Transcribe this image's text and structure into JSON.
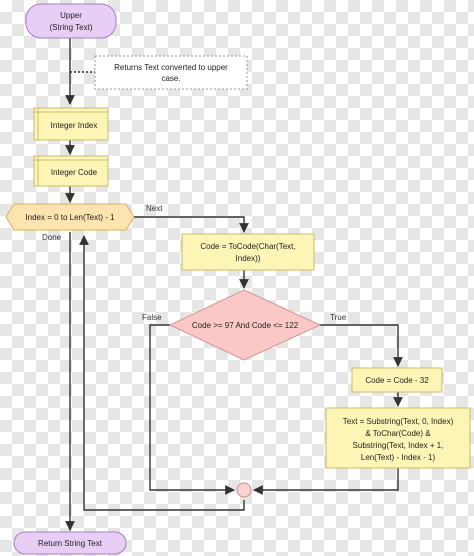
{
  "diagram": {
    "start": {
      "line1": "Upper",
      "line2": "(String Text)"
    },
    "comment": {
      "line1": "Returns Text converted to upper",
      "line2": "case."
    },
    "var_index": "Integer Index",
    "var_code": "Integer Code",
    "loop": "Index = 0 to Len(Text) - 1",
    "loop_next": "Next",
    "loop_done": "Done",
    "tocode": {
      "line1": "Code = ToCode(Char(Text,",
      "line2": "Index))"
    },
    "decision": "Code >= 97 And Code <= 122",
    "branch_false": "False",
    "branch_true": "True",
    "subtract": "Code = Code - 32",
    "substring": {
      "line1": "Text = Substring(Text, 0, Index)",
      "line2": "& ToChar(Code) &",
      "line3": "Substring(Text, Index + 1,",
      "line4": "Len(Text) - Index - 1)"
    },
    "end": "Return String Text"
  },
  "colors": {
    "terminal_fill": "#e8cdf5",
    "terminal_stroke": "#a77dc0",
    "process_fill": "#fdf5b6",
    "process_stroke": "#c8bb6a",
    "decision_fill": "#fbc8c8",
    "decision_stroke": "#d49494",
    "loop_fill": "#fce4ae",
    "loop_stroke": "#d6b263",
    "junction_fill": "#fbd2d2",
    "junction_stroke": "#c98a8a",
    "comment_fill": "#ffffff",
    "comment_stroke": "#999999"
  }
}
